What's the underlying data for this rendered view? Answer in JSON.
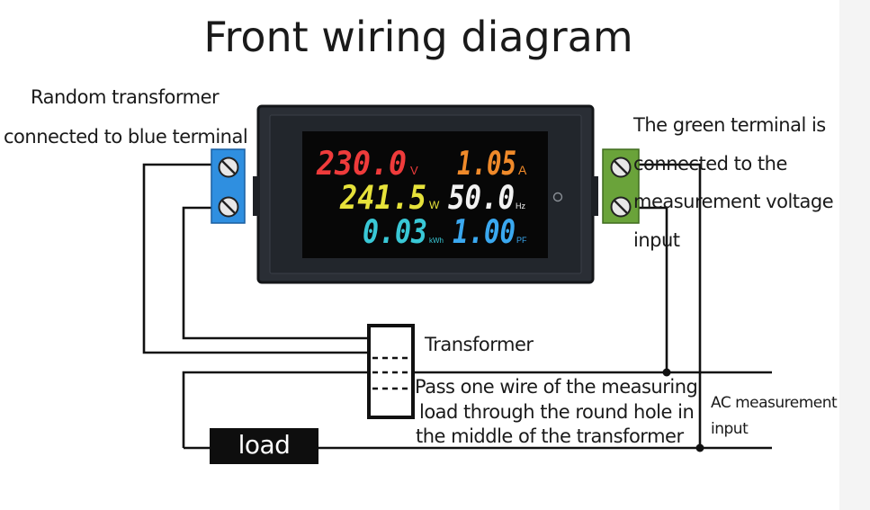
{
  "title": "Front wiring diagram",
  "labels": {
    "transformer_note_line1": "Random transformer",
    "transformer_note_line2": "connected to blue terminal",
    "green_note_line1": "The green terminal is",
    "green_note_line2": "connected to the",
    "green_note_line3": "measurement voltage",
    "green_note_line4": "input",
    "transformer": "Transformer",
    "pass_line1": "Pass one wire of the measuring",
    "pass_line2": "load through the round hole in",
    "pass_line3": "the middle of the transformer",
    "ac_line1": "AC measurement",
    "ac_line2": "input",
    "load": "load"
  },
  "meter": {
    "voltage": "230.0",
    "voltage_unit": "V",
    "current": "1.05",
    "current_unit": "A",
    "power": "241.5",
    "power_unit": "W",
    "frequency": "50.0",
    "frequency_unit": "Hz",
    "energy": "0.03",
    "energy_unit": "kWh",
    "power_factor": "1.00",
    "power_factor_unit": "PF"
  },
  "colors": {
    "voltage": "#ef3b3b",
    "current": "#f08a2a",
    "power": "#e6e23a",
    "frequency": "#f2f2f2",
    "energy": "#39c8d6",
    "power_factor": "#3aa8f0",
    "blue_terminal": "#2f8fe0",
    "green_terminal": "#6aa33a"
  }
}
